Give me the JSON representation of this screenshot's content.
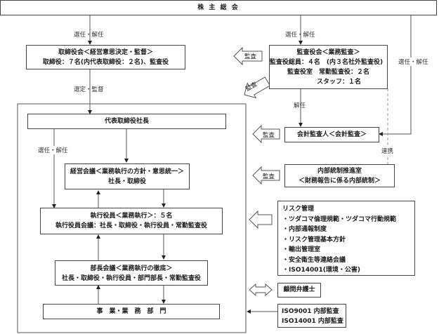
{
  "title": "株 主 総 会",
  "board": {
    "line1": "取締役会＜経営意思決定・監督＞",
    "line2": "取締役：７名(内代表取締役：２名)、監査役"
  },
  "auditors": {
    "line1": "監査役会＜業務監査＞",
    "line2": "監査役総員：４名　(内３名社外監査役)",
    "line3": "監査役室　常勤監査役：２名",
    "line4": "スタッフ：１名"
  },
  "president": "代表取締役社長",
  "mgmt_meeting": {
    "line1": "経営会議＜業務執行の方針・意思統一＞",
    "line2": "社長・取締役"
  },
  "officers": {
    "line1": "執行役員＜業務執行＞：５名",
    "line2": "執行役員会議：社長・取締役・執行役員・常勤監査役"
  },
  "dept_meeting": {
    "line1": "部長会議＜業務執行の徹底＞",
    "line2": "社長・取締役・執行役員・部門部長・常勤監査役"
  },
  "divisions": "事　業・業　務　部　門",
  "accounting_auditor": "会計監査人＜会計監査＞",
  "internal_control": {
    "line1": "内部統制推進室",
    "line2": "＜財務報告に係る内部統制＞"
  },
  "risk": {
    "heading": "リスク管理",
    "items": [
      "・ツダコマ倫理規範・ツダコマ行動規範",
      "・内部通報制度",
      "・リスク管理基本方針",
      "・輸出管理室",
      "・安全衛生等連絡会議",
      "・ISO14001(環境・公害)"
    ]
  },
  "lawyer": "顧問弁護士",
  "iso_audit": {
    "line1": "ISO9001 内部監査",
    "line2": "ISO14001 内部監査"
  },
  "labels": {
    "elect_dismiss_board": "選任・解任",
    "elect_dismiss_auditors": "選任・解任",
    "elect_dismiss_accounting": "選任・解任",
    "appoint_supervise": "選定・監督",
    "dismiss": "解任",
    "elect_dismiss_officers": "選任・解任",
    "cooperation": "連携",
    "audit1": "監査",
    "audit2": "監査",
    "audit3": "監査",
    "audit4": "監査"
  }
}
